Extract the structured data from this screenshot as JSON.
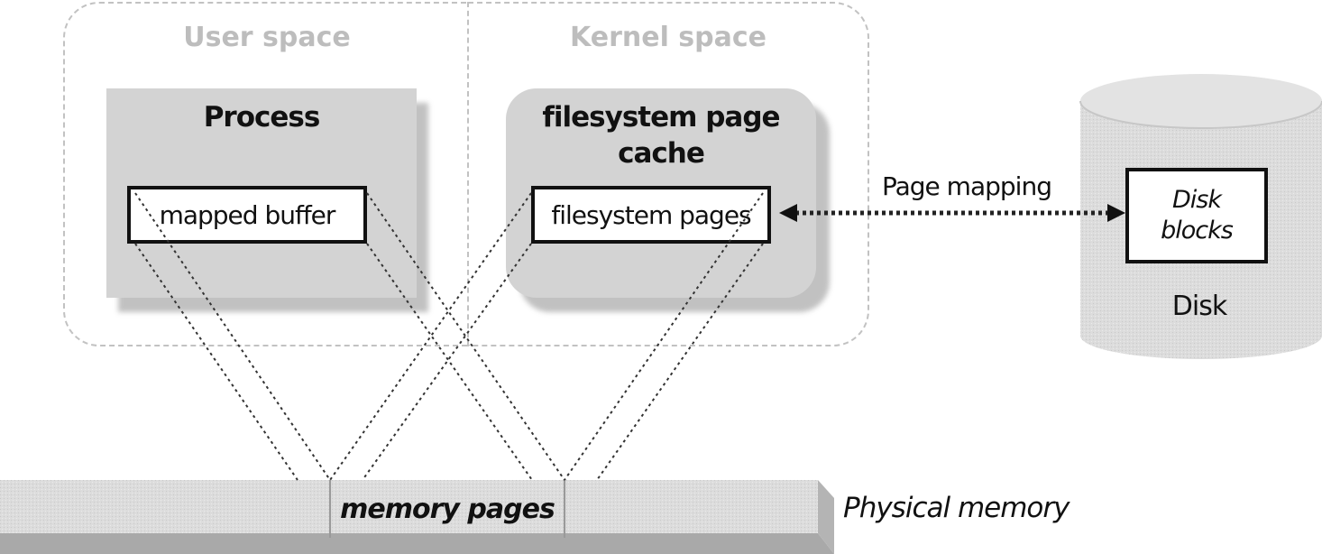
{
  "regions": {
    "user_space": "User space",
    "kernel_space": "Kernel space"
  },
  "process": {
    "title": "Process",
    "buffer": "mapped buffer"
  },
  "page_cache": {
    "title_line1": "filesystem page",
    "title_line2": "cache",
    "pages": "filesystem pages"
  },
  "page_mapping": "Page mapping",
  "disk": {
    "blocks_line1": "Disk",
    "blocks_line2": "blocks",
    "label": "Disk"
  },
  "memory": {
    "pages": "memory pages",
    "label": "Physical memory"
  },
  "colors": {
    "panel": "#d3d3d3",
    "region_border": "#c2c2c2",
    "region_label": "#bdbdbd",
    "ink": "#111111"
  }
}
